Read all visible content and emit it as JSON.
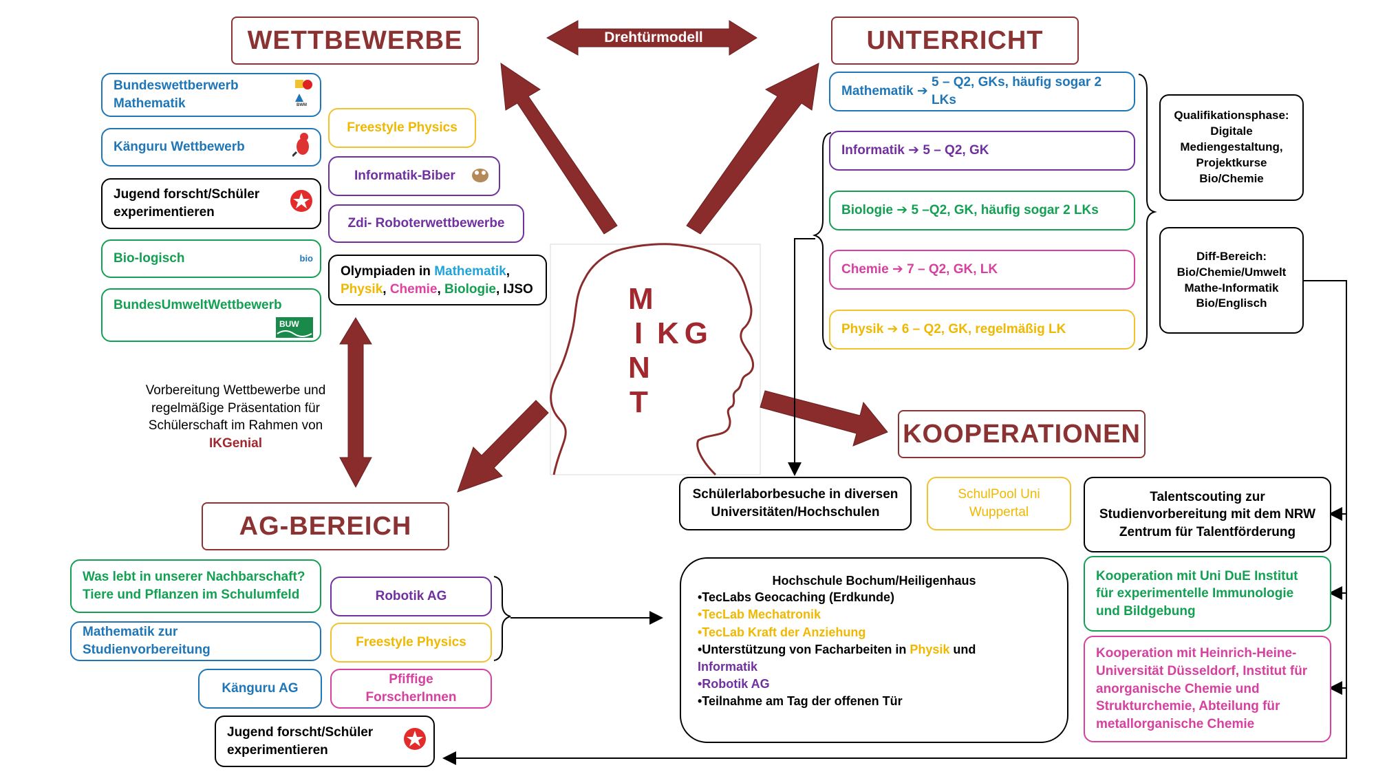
{
  "center": {
    "mint_letters": [
      "M",
      "I",
      "N",
      "T"
    ],
    "kg": "KG"
  },
  "drehtuer": "Drehtürmodell",
  "headings": {
    "wettbewerbe": "WETTBEWERBE",
    "unterricht": "UNTERRICHT",
    "kooperationen": "KOOPERATIONEN",
    "ag": "AG-BEREICH"
  },
  "wettbewerbe": {
    "bundeswettbewerb": "Bundeswettberwerb Mathematik",
    "kaenguru": "Känguru Wettbewerb",
    "jugend_forscht": "Jugend forscht/Schüler experimentieren",
    "bio_logisch": "Bio-logisch",
    "buw": "BundesUmweltWettbewerb",
    "freestyle": "Freestyle Physics",
    "biber": "Informatik-Biber",
    "zdi": "Zdi- Roboterwettbewerbe",
    "olympiaden": {
      "prefix": "Olympiaden in ",
      "mathematik": "Mathematik",
      "comma1": ", ",
      "physik": "Physik",
      "comma2": ", ",
      "chemie": "Chemie",
      "comma3": ", ",
      "biologie": "Biologie",
      "suffix": ", IJSO"
    },
    "icons": {
      "bio_logisch": "bio",
      "buw": "BUW"
    }
  },
  "vorbereitung": {
    "text": "Vorbereitung Wettbewerbe und regelmäßige Präsentation für Schülerschaft im Rahmen von",
    "ikgenial": "IKGenial"
  },
  "unterricht": {
    "mathematik": {
      "subject": "Mathematik",
      "detail": "5 – Q2, GKs, häufig sogar 2 LKs"
    },
    "informatik": {
      "subject": "Informatik",
      "detail": "5 – Q2, GK"
    },
    "biologie": {
      "subject": "Biologie",
      "detail": "5 –Q2, GK, häufig sogar 2 LKs"
    },
    "chemie": {
      "subject": "Chemie",
      "detail": "7 – Q2, GK, LK"
    },
    "physik": {
      "subject": "Physik",
      "detail": "6 – Q2, GK, regelmäßig LK"
    },
    "arrow_glyph": "➔",
    "qualifikation": "Qualifikationsphase: Digitale Mediengestaltung, Projektkurse Bio/Chemie",
    "diff": "Diff-Bereich: Bio/Chemie/Umwelt Mathe-Informatik Bio/Englisch"
  },
  "kooperationen": {
    "schuelerlabor": "Schülerlaborbesuche in diversen Universitäten/Hochschulen",
    "schulpool": "SchulPool Uni Wuppertal",
    "talentscouting": "Talentscouting zur Studienvorbereitung mit dem NRW Zentrum für Talentförderung",
    "uni_due": "Kooperation mit Uni DuE Institut für experimentelle Immunologie und Bildgebung",
    "hhu": "Kooperation mit Heinrich-Heine-Universität Düsseldorf, Institut für anorganische Chemie und Strukturchemie, Abteilung für metallorganische Chemie",
    "hochschule": {
      "title": "Hochschule Bochum/Heiligenhaus",
      "items": [
        {
          "text": "•TecLabs Geocaching  (Erdkunde)",
          "color": "#000000"
        },
        {
          "text": "•TecLab Mechatronik",
          "color": "#F0B800"
        },
        {
          "text": "•TecLab Kraft der Anziehung",
          "color": "#F0B800"
        }
      ],
      "facharbeiten": {
        "prefix": "•Unterstützung von Facharbeiten in ",
        "physik": "Physik",
        "und": " und",
        "informatik": "Informatik"
      },
      "robotik": "•Robotik AG",
      "tag": "•Teilnahme am Tag der offenen Tür"
    }
  },
  "ag": {
    "nachbarschaft": "Was lebt in unserer Nachbarschaft? Tiere und Pflanzen im Schulumfeld",
    "mathe": "Mathematik zur Studienvorbereitung",
    "kaenguru": "Känguru AG",
    "robotik": "Robotik AG",
    "freestyle": "Freestyle Physics",
    "pfiffige": "Pfiffige ForscherInnen",
    "jugend_forscht": "Jugend forscht/Schüler experimentieren"
  },
  "colors": {
    "brand_red": "#8B3232",
    "arrow_fill": "#8B2C2C",
    "blue": "#1F76B7",
    "purple": "#7030A0",
    "yellow": "#F0B800",
    "green": "#13A052",
    "pink": "#D6409F"
  }
}
